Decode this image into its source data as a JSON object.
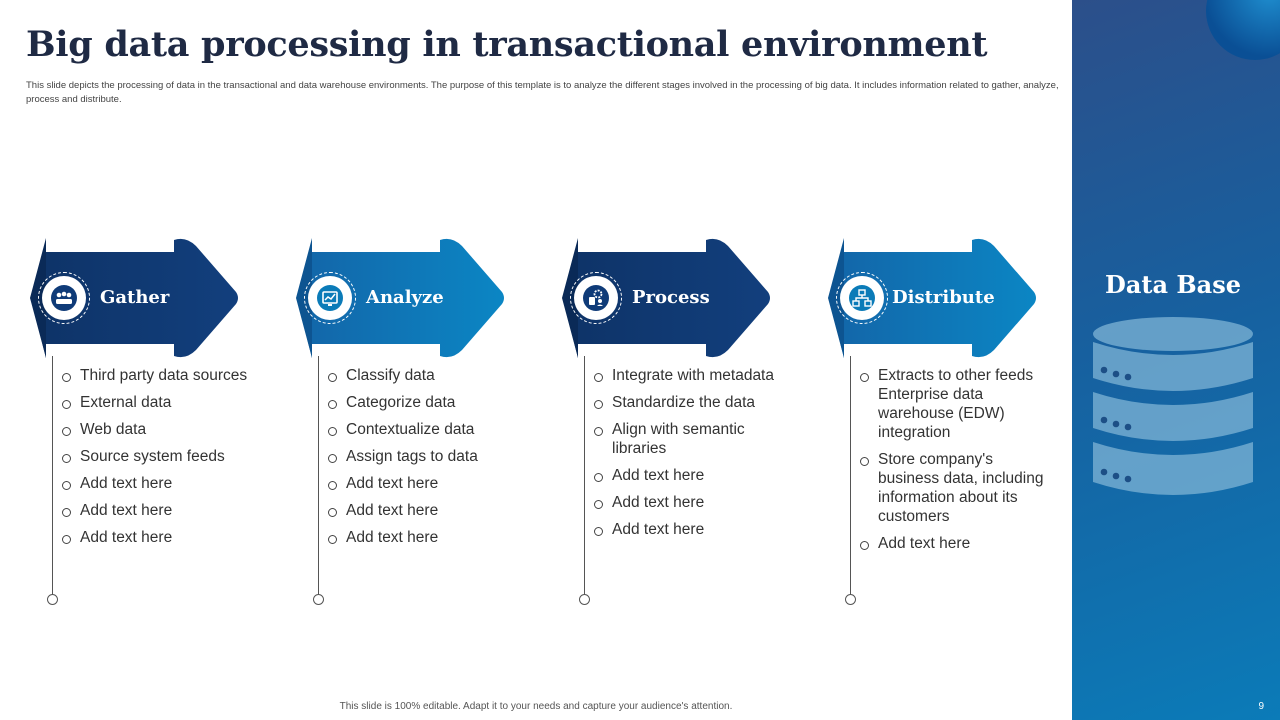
{
  "title": "Big data processing in transactional environment",
  "subtitle": "This slide depicts the processing of data in the transactional and data warehouse environments. The purpose of this template is to analyze the different stages involved in the processing of big data. It includes information related to gather, analyze, process and distribute.",
  "colors": {
    "dark_blue": "#0f3b78",
    "mid_blue": "#0b7bb8",
    "text": "#333333"
  },
  "stages": [
    {
      "label": "Gather",
      "icon": "meeting-people-icon",
      "items": [
        "Third party data sources",
        "External data",
        "Web data",
        "Source system feeds",
        "Add text here",
        "Add text here",
        "Add text here"
      ]
    },
    {
      "label": "Analyze",
      "icon": "analytics-chart-icon",
      "items": [
        "Classify data",
        "Categorize data",
        "Contextualize data",
        "Assign tags to data",
        "Add text here",
        "Add text here",
        "Add text here"
      ]
    },
    {
      "label": "Process",
      "icon": "process-gear-icon",
      "items": [
        "Integrate with metadata",
        "Standardize the data",
        "Align with semantic libraries",
        "Add text here",
        "Add text here",
        "Add text here"
      ]
    },
    {
      "label": "Distribute",
      "icon": "hierarchy-network-icon",
      "items": [
        "Extracts to other feeds Enterprise data warehouse (EDW) integration",
        "Store company's business data, including information about its customers",
        "Add text here"
      ]
    }
  ],
  "side_panel": {
    "title": "Data Base",
    "icon": "database-icon"
  },
  "footer": "This slide is 100% editable. Adapt it to your needs and capture your audience's attention.",
  "page_number": "9"
}
